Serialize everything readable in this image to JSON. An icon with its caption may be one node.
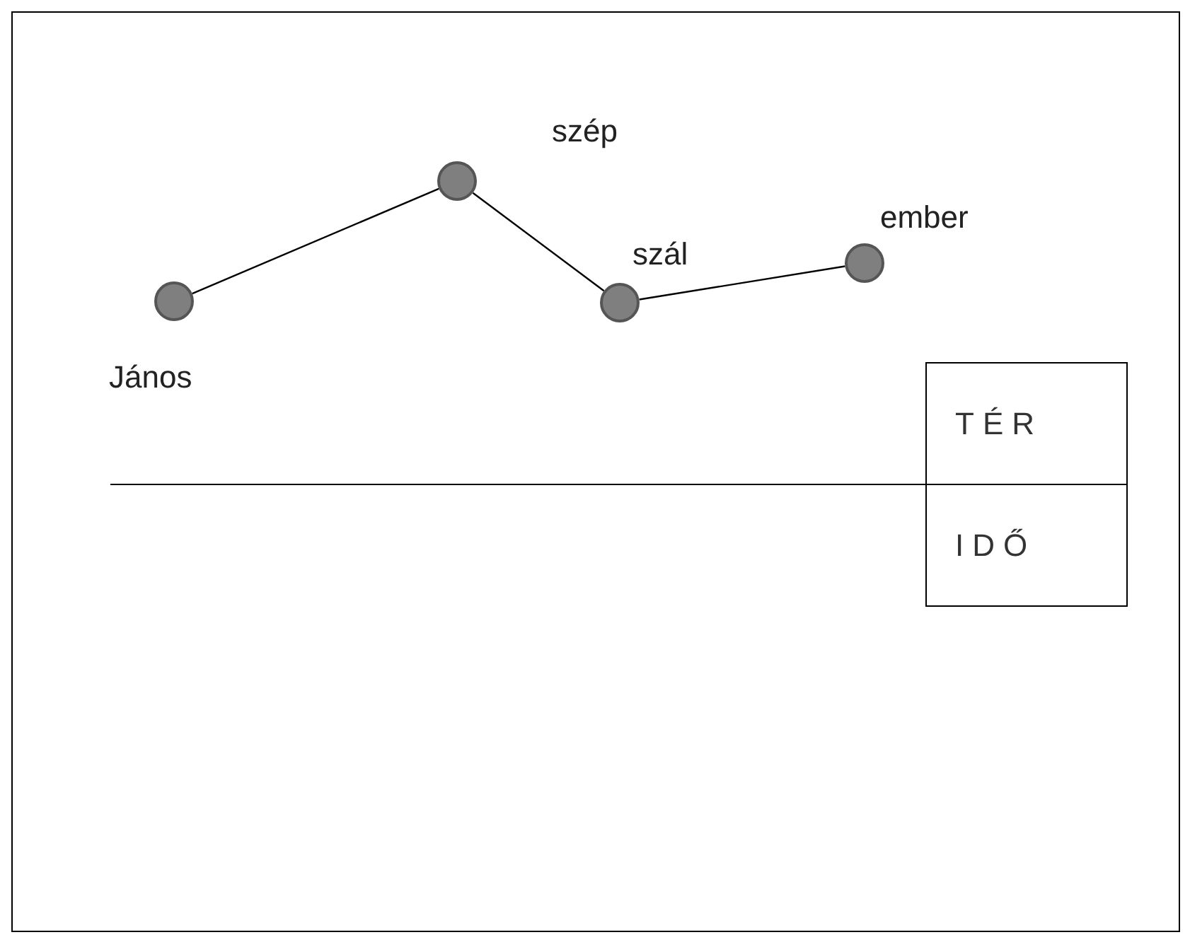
{
  "diagram": {
    "nodes": [
      {
        "text": [],
        "shape": "circle",
        "beside": [
          "János"
        ]
      },
      {
        "text": [],
        "shape": "circle",
        "beside": [
          "szép"
        ]
      },
      {
        "text": [],
        "shape": "circle",
        "beside": [
          "szál"
        ]
      },
      {
        "text": [],
        "shape": "circle",
        "beside": [
          "ember"
        ]
      },
      {
        "text": [
          "TÉR"
        ]
      },
      {
        "text": [
          "IDŐ"
        ]
      }
    ],
    "edges": [
      {
        "from": 0,
        "to": 1,
        "arrow": "none"
      },
      {
        "from": 1,
        "to": 2,
        "arrow": "none"
      },
      {
        "from": 2,
        "to": 3,
        "arrow": "none"
      }
    ]
  }
}
